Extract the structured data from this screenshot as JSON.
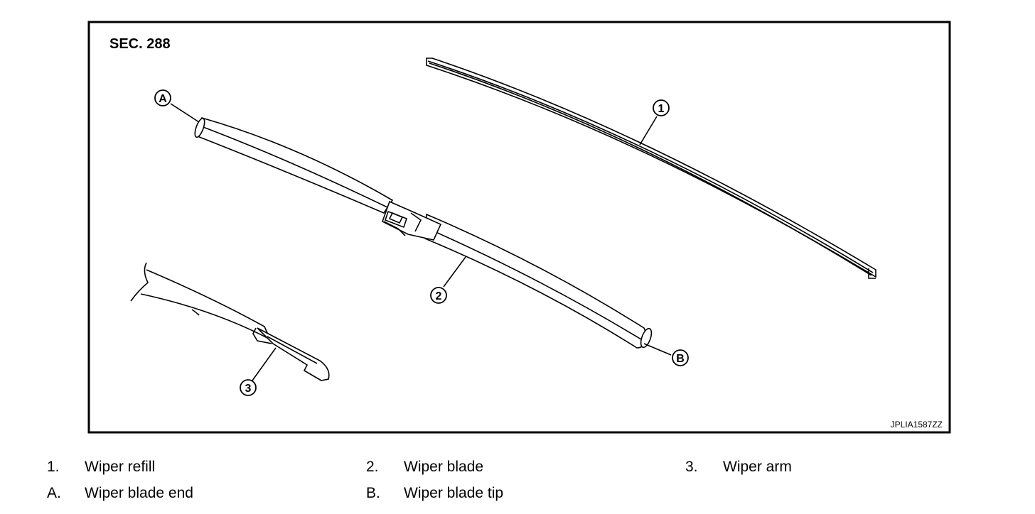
{
  "figure": {
    "section_label": "SEC. 288",
    "image_code": "JPLIA1587ZZ",
    "callouts": {
      "c1": "1",
      "c2": "2",
      "c3": "3",
      "cA": "A",
      "cB": "B"
    }
  },
  "legend": [
    {
      "key": "1.",
      "text": "Wiper refill"
    },
    {
      "key": "2.",
      "text": "Wiper blade"
    },
    {
      "key": "3.",
      "text": "Wiper arm"
    },
    {
      "key": "A.",
      "text": "Wiper blade end"
    },
    {
      "key": "B.",
      "text": "Wiper blade tip"
    }
  ]
}
